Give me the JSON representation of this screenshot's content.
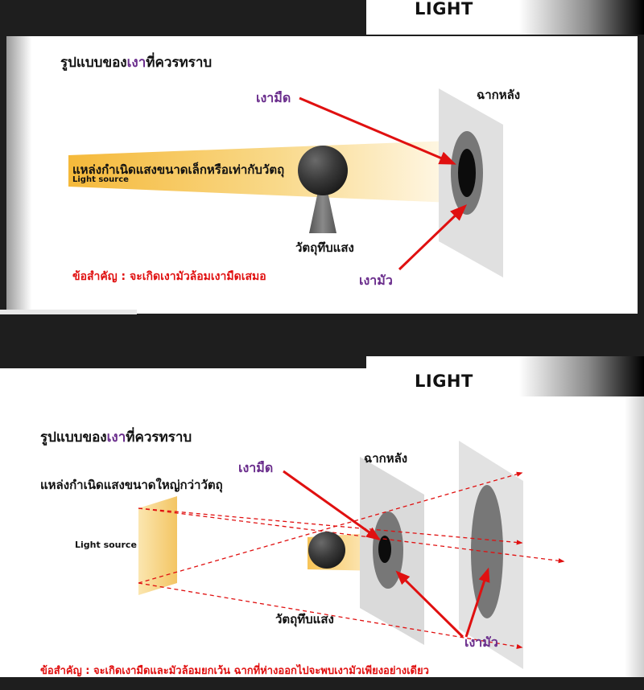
{
  "panel1": {
    "banner": "LIGHT",
    "heading_pre": "รูปแบบของ",
    "heading_hl": "เงา",
    "heading_post": "ที่ควรทราบ",
    "umbra_label": "เงามืด",
    "screen_label": "ฉากหลัง",
    "source_label": "แหล่งกำเนิดแสงขนาดเล็กหรือเท่ากับวัตถุ",
    "source_en": "Light source",
    "object_label": "วัตถุทึบแสง",
    "penumbra_label": "เงามัว",
    "note": "ข้อสำคัญ : จะเกิดเงามัวล้อมเงามืดเสมอ"
  },
  "panel2": {
    "banner": "LIGHT",
    "heading_pre": "รูปแบบของ",
    "heading_hl": "เงา",
    "heading_post": "ที่ควรทราบ",
    "source_label": "แหล่งกำเนิดแสงขนาดใหญ่กว่าวัตถุ",
    "source_en": "Light source",
    "umbra_label": "เงามืด",
    "screen_label": "ฉากหลัง",
    "object_label": "วัตถุทึบแสง",
    "penumbra_label": "เงามัว",
    "note": "ข้อสำคัญ : จะเกิดเงามืดและมัวล้อมยกเว้น ฉากที่ห่างออกไปจะพบเงามัวเพียงอย่างเดียว"
  },
  "colors": {
    "purple": "#6a2d8c",
    "red": "#e01010",
    "light": "#f5c65a"
  }
}
